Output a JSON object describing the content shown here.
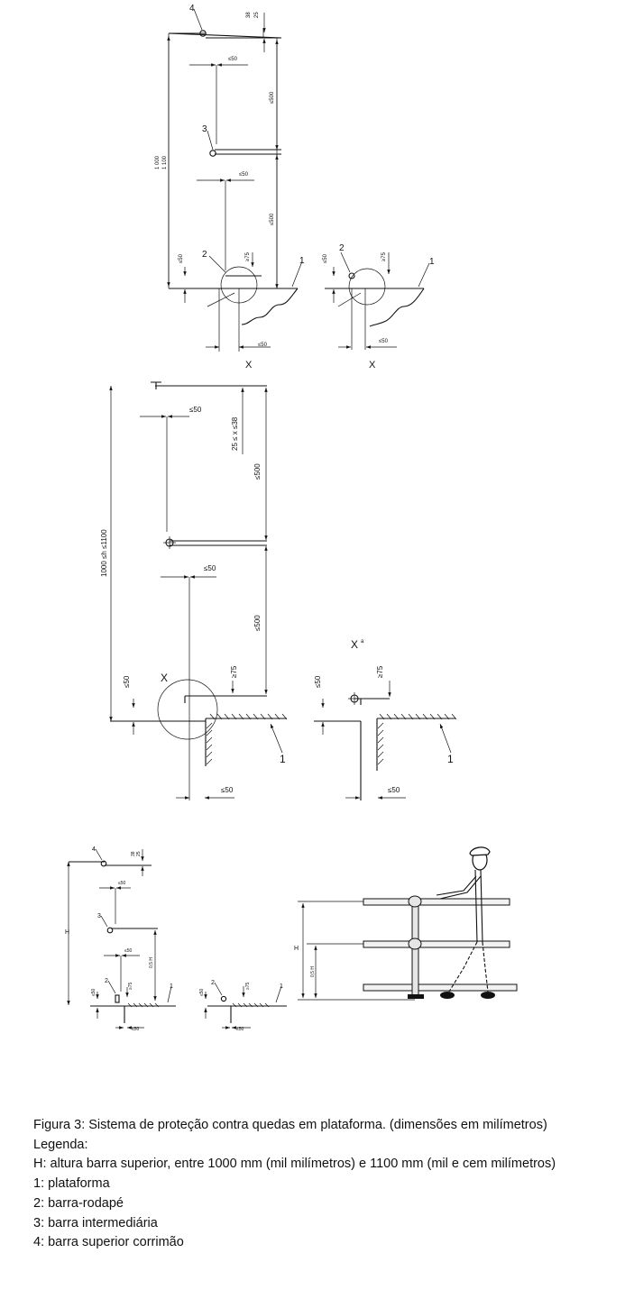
{
  "diagram1": {
    "labels": {
      "n4": "4",
      "n3": "3",
      "n2": "2",
      "n1": "1"
    },
    "dims": {
      "top_38": "38",
      "top_25": "25",
      "le50_a": "≤50",
      "le500_a": "≤500",
      "le50_b": "≤50",
      "le500_b": "≤500",
      "h1000": "1 000",
      "h1100": "1 100",
      "le75": "≥75",
      "le50_c": "≤50",
      "le50_left": "≤50",
      "x_label": "X"
    },
    "detail": {
      "n2": "2",
      "n1": "1",
      "le50": "≤50",
      "ge75": "≥75",
      "le50_bottom": "≤50",
      "x_label": "X"
    }
  },
  "diagram2": {
    "dims": {
      "le50_top": "≤50",
      "range_x": "25 ≤ x ≤38",
      "le500_a": "≤500",
      "h_range": "1000 ≤h ≤1100",
      "le50_mid": "≤50",
      "le500_b": "≤500",
      "le50_left": "≤50",
      "ge75": "≥75",
      "le50_bottom": "≤50",
      "x_label": "X",
      "n1": "1"
    },
    "detail": {
      "x_label": "X",
      "x_sup": "a",
      "le50": "≤50",
      "ge75": "≥75",
      "le50_bottom": "≤50",
      "n1": "1"
    }
  },
  "diagram3": {
    "labels": {
      "n4": "4",
      "n3": "3",
      "n2": "2",
      "n1": "1"
    },
    "dims": {
      "top_38": "38",
      "top_25": "25",
      "le50_a": "≤50",
      "H": "H",
      "le50_b": "≤50",
      "half_h": "0,5 H",
      "le50_left": "≤50",
      "ge75": "≥75",
      "le50_bottom": "≤50"
    },
    "detail": {
      "n2": "2",
      "n1": "1",
      "le50": "≤50",
      "ge75": "≥75",
      "le50_bottom": "≤50"
    }
  },
  "illustration": {
    "H": "H",
    "half_h": "0,5 H"
  },
  "caption": {
    "figure": "Figura 3: Sistema de proteção contra quedas em plataforma. (dimensões em milímetros)",
    "legend_title": "Legenda:",
    "h_line": "H: altura barra superior, entre 1000 mm (mil milímetros) e 1100 mm (mil e cem milímetros)",
    "items": [
      "1: plataforma",
      "2: barra-rodapé",
      "3: barra intermediária",
      "4: barra superior corrimão"
    ]
  }
}
